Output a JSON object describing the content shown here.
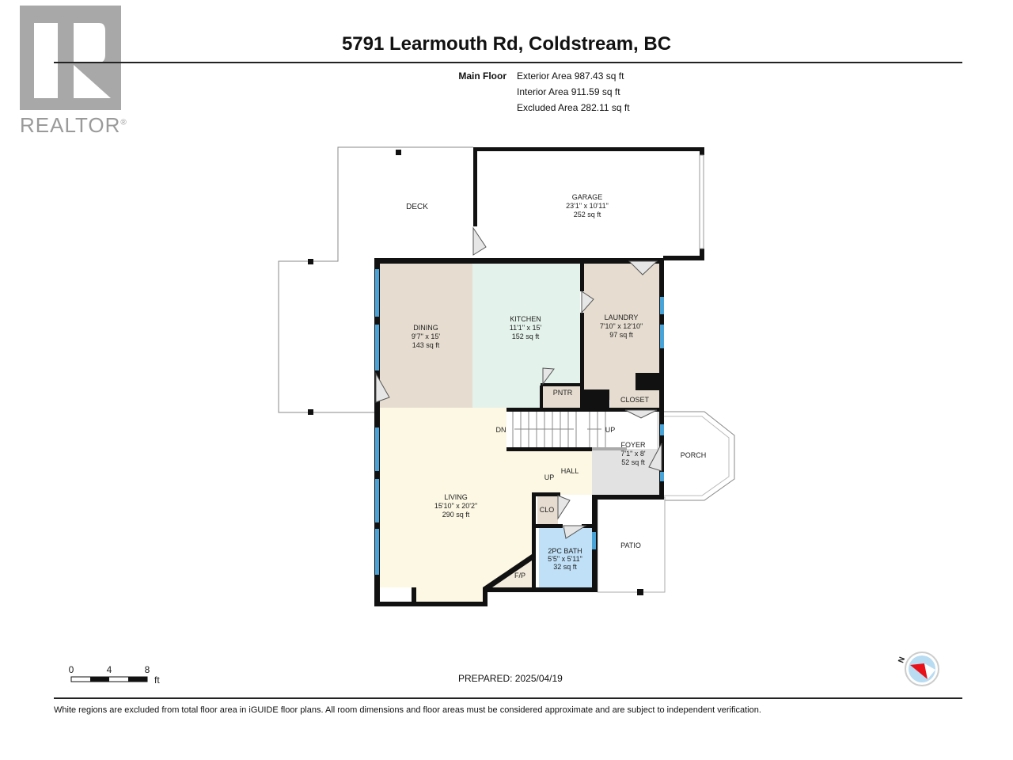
{
  "logo": {
    "text": "REALTOR",
    "mark": "®"
  },
  "header": {
    "title": "5791 Learmouth Rd, Coldstream, BC"
  },
  "floor": {
    "name": "Main Floor",
    "exterior_area": "Exterior Area 987.43 sq ft",
    "interior_area": "Interior Area 911.59 sq ft",
    "excluded_area": "Excluded Area 282.11 sq ft"
  },
  "rooms": {
    "deck": {
      "name": "DECK"
    },
    "garage": {
      "name": "GARAGE",
      "dims": "23'1\" x 10'11\"",
      "area": "252 sq ft"
    },
    "dining": {
      "name": "DINING",
      "dims": "9'7\" x 15'",
      "area": "143 sq ft"
    },
    "kitchen": {
      "name": "KITCHEN",
      "dims": "11'1\" x 15'",
      "area": "152 sq ft"
    },
    "laundry": {
      "name": "LAUNDRY",
      "dims": "7'10\" x 12'10\"",
      "area": "97 sq ft"
    },
    "pantry": {
      "name": "PNTR"
    },
    "closet": {
      "name": "CLOSET"
    },
    "foyer": {
      "name": "FOYER",
      "dims": "7'1\" x 8'",
      "area": "52 sq ft"
    },
    "porch": {
      "name": "PORCH"
    },
    "living": {
      "name": "LIVING",
      "dims": "15'10\" x 20'2\"",
      "area": "290 sq ft"
    },
    "hall": {
      "name": "HALL"
    },
    "clo": {
      "name": "CLO"
    },
    "bath": {
      "name": "2PC BATH",
      "dims": "5'5\" x 5'11\"",
      "area": "32 sq ft"
    },
    "fireplace": {
      "name": "F/P"
    },
    "patio": {
      "name": "PATIO"
    }
  },
  "stairs": {
    "down": "DN",
    "up": "UP",
    "hall_up": "UP"
  },
  "scale": {
    "ticks": [
      "0",
      "4",
      "8"
    ],
    "unit": "ft"
  },
  "prepared": "PREPARED: 2025/04/19",
  "compass": {
    "north": "N"
  },
  "footer": "White regions are excluded from total floor area in iGUIDE floor plans. All room dimensions and floor areas must be considered approximate and are subject to independent verification.",
  "colors": {
    "wall": "#111111",
    "window": "#4aa3d6",
    "beige": "#e6ddd0",
    "mint": "#e3f2eb",
    "cream": "#fdf8e4",
    "gray": "#e2e2e2",
    "bath": "#bfe0f7"
  }
}
